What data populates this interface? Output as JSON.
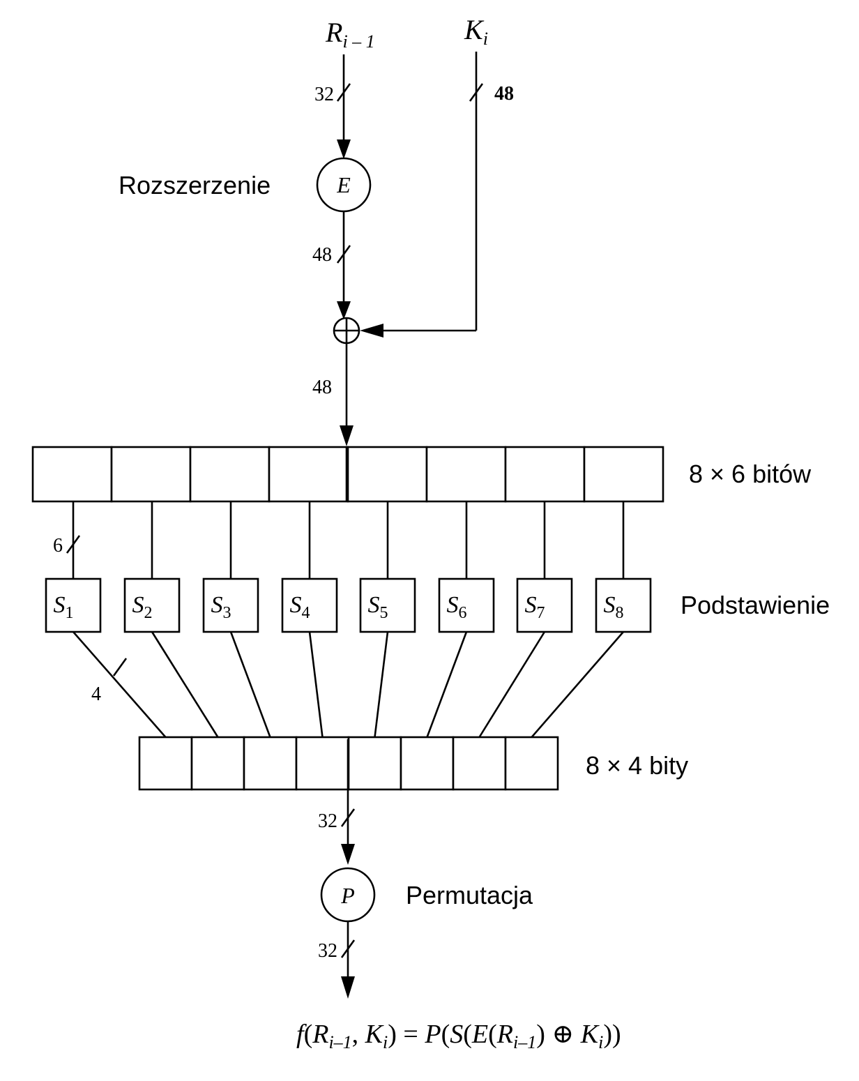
{
  "inputs": {
    "r": {
      "symbol": "R",
      "sub": "i – 1"
    },
    "k": {
      "symbol": "K",
      "sub": "i"
    }
  },
  "widths": {
    "r_in": "32",
    "k_in": "48",
    "e_out": "48",
    "xor_out": "48",
    "sbox_in": "6",
    "sbox_out": "4",
    "p_in": "32",
    "p_out": "32"
  },
  "expansion": {
    "label": "Rozszerzenie",
    "symbol": "E"
  },
  "xor_symbol": "⊕",
  "top_register_label": "8 × 6 bitów",
  "substitution_label": "Podstawienie",
  "sboxes": [
    {
      "symbol": "S",
      "sub": "1"
    },
    {
      "symbol": "S",
      "sub": "2"
    },
    {
      "symbol": "S",
      "sub": "3"
    },
    {
      "symbol": "S",
      "sub": "4"
    },
    {
      "symbol": "S",
      "sub": "5"
    },
    {
      "symbol": "S",
      "sub": "6"
    },
    {
      "symbol": "S",
      "sub": "7"
    },
    {
      "symbol": "S",
      "sub": "8"
    }
  ],
  "bottom_register_label": "8 × 4 bity",
  "permutation": {
    "label": "Permutacja",
    "symbol": "P"
  },
  "formula": {
    "f": "f",
    "r": "R",
    "r_sub": "i–1",
    "k": "K",
    "k_sub": "i",
    "p": "P",
    "s": "S",
    "e": "E",
    "xor": "⊕"
  }
}
